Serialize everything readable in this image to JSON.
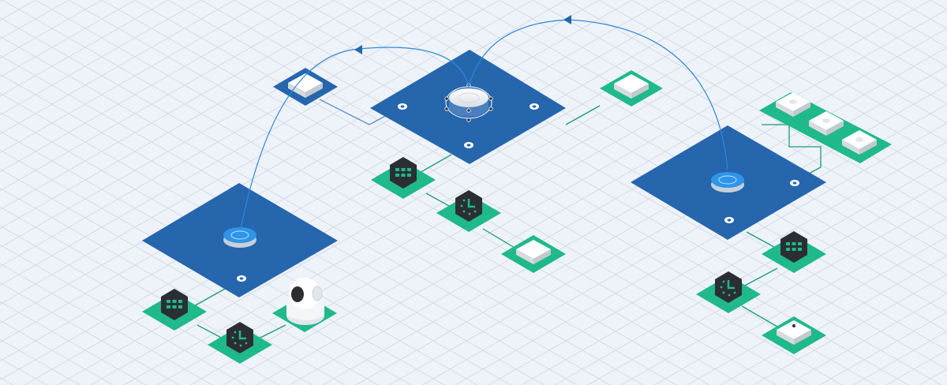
{
  "colors": {
    "background": "#eef2f9",
    "grid_line": "#d5dce8",
    "zone_blue": "#2566ad",
    "tile_green": "#1fb98a",
    "hex_dark": "#2b2f33",
    "arc_blue": "#2e8ad6",
    "link_green": "#1a9e75"
  },
  "zones": [
    {
      "name": "zone-left",
      "device": "hub-puck-icon"
    },
    {
      "name": "zone-center",
      "device": "hub-puck-selected-icon"
    },
    {
      "name": "zone-right",
      "device": "hub-puck-icon"
    }
  ],
  "devices": [
    "grid-hex-icon",
    "clock-hex-icon",
    "camera-icon",
    "switch-icon",
    "button-icon",
    "sensor-icon",
    "router-box-icon"
  ]
}
